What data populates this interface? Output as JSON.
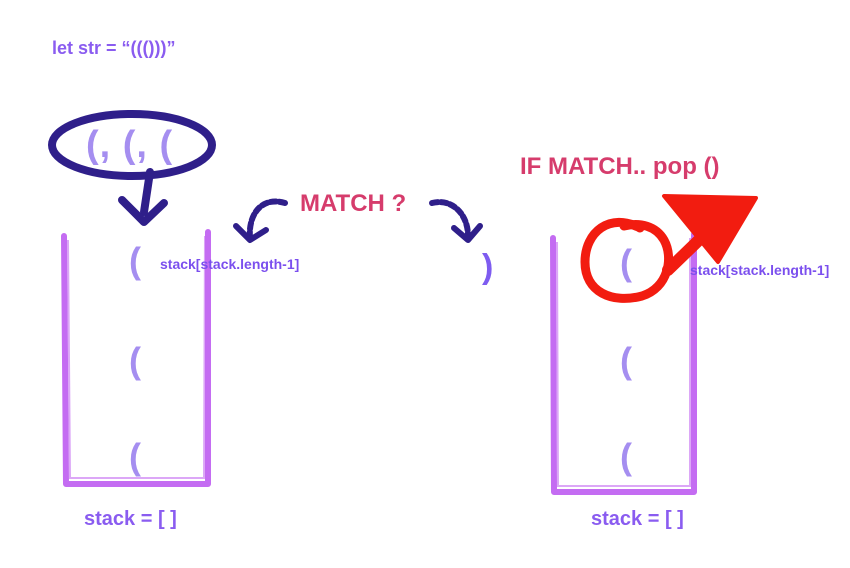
{
  "code_line": "let str = “((()))”",
  "top_items": "(, (, (",
  "match_question": "MATCH ?",
  "if_match_label": "IF MATCH.. pop ()",
  "incoming_char": ")",
  "left_stack": {
    "items": [
      "(",
      "(",
      "("
    ],
    "top_label": "stack[stack.length-1]",
    "caption": "stack = [ ]"
  },
  "right_stack": {
    "items": [
      "(",
      "(",
      "("
    ],
    "top_label": "stack[stack.length-1]",
    "caption": "stack = [ ]"
  },
  "colors": {
    "code": "#8a5cf0",
    "paren": "#a58ef0",
    "stack_outline": "#c46cf2",
    "ellipse": "#2f1f8a",
    "match_text": "#d63c6c",
    "highlight": "#f21c10"
  }
}
